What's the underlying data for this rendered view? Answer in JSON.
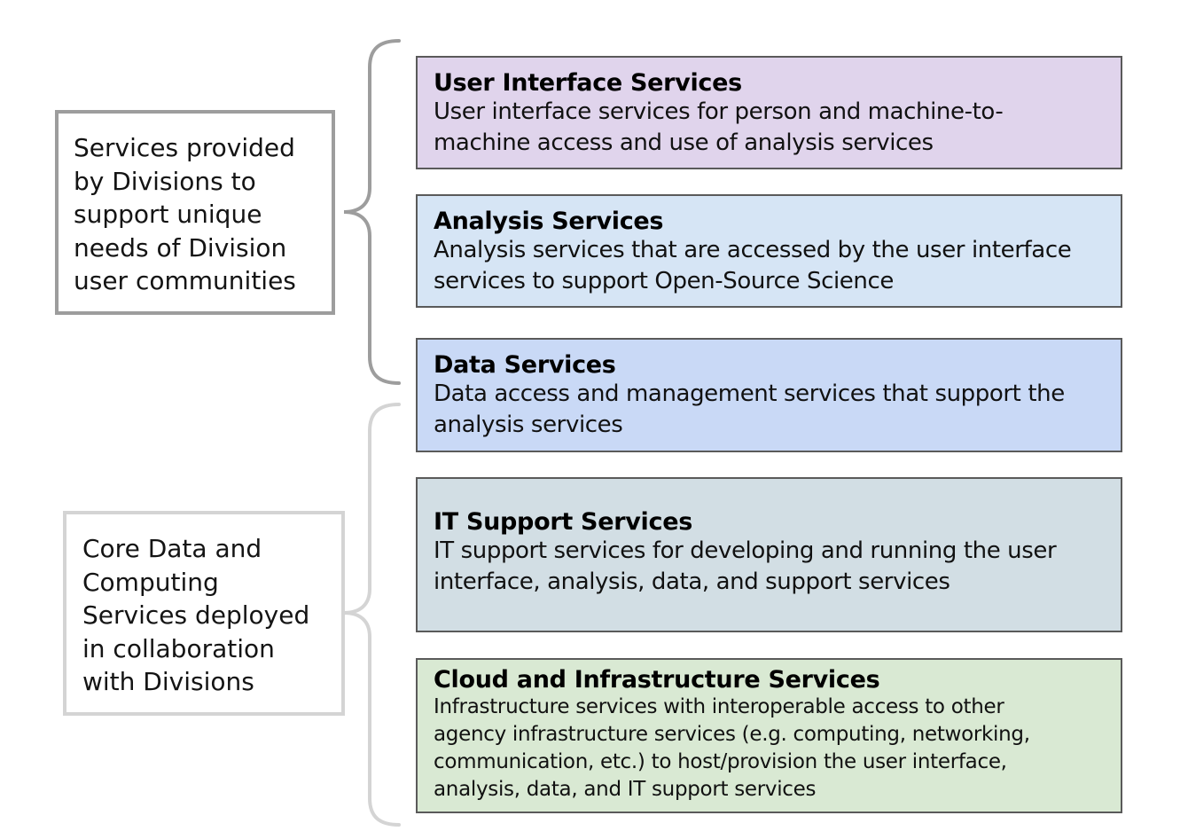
{
  "groups": {
    "top": {
      "lines": [
        "Services provided",
        "by Divisions to",
        "support unique",
        "needs of Division",
        "user communities"
      ]
    },
    "bottom": {
      "lines": [
        "Core Data and",
        "Computing",
        "Services deployed",
        "in collaboration",
        "with Divisions"
      ]
    }
  },
  "services": [
    {
      "title": "User Interface Services",
      "lines": [
        "User interface services for person and machine-to-",
        "machine access and use of analysis services"
      ],
      "color": "#e0d4ec"
    },
    {
      "title": "Analysis Services",
      "lines": [
        "Analysis services that are accessed by the user interface",
        "services to support Open-Source Science"
      ],
      "color": "#d6e5f5"
    },
    {
      "title": "Data Services",
      "lines": [
        "Data access and management services that support the",
        "analysis services"
      ],
      "color": "#c9d9f6"
    },
    {
      "title": "IT Support Services",
      "lines": [
        "IT support services for developing and running the user",
        "interface, analysis, data, and support services"
      ],
      "color": "#d2dee4"
    },
    {
      "title": "Cloud and Infrastructure Services",
      "lines": [
        "Infrastructure services with interoperable access to other",
        "agency infrastructure services (e.g. computing, networking,",
        "communication, etc.) to host/provision the user interface,",
        "analysis, data, and IT support services"
      ],
      "color": "#d9e9d3"
    }
  ]
}
